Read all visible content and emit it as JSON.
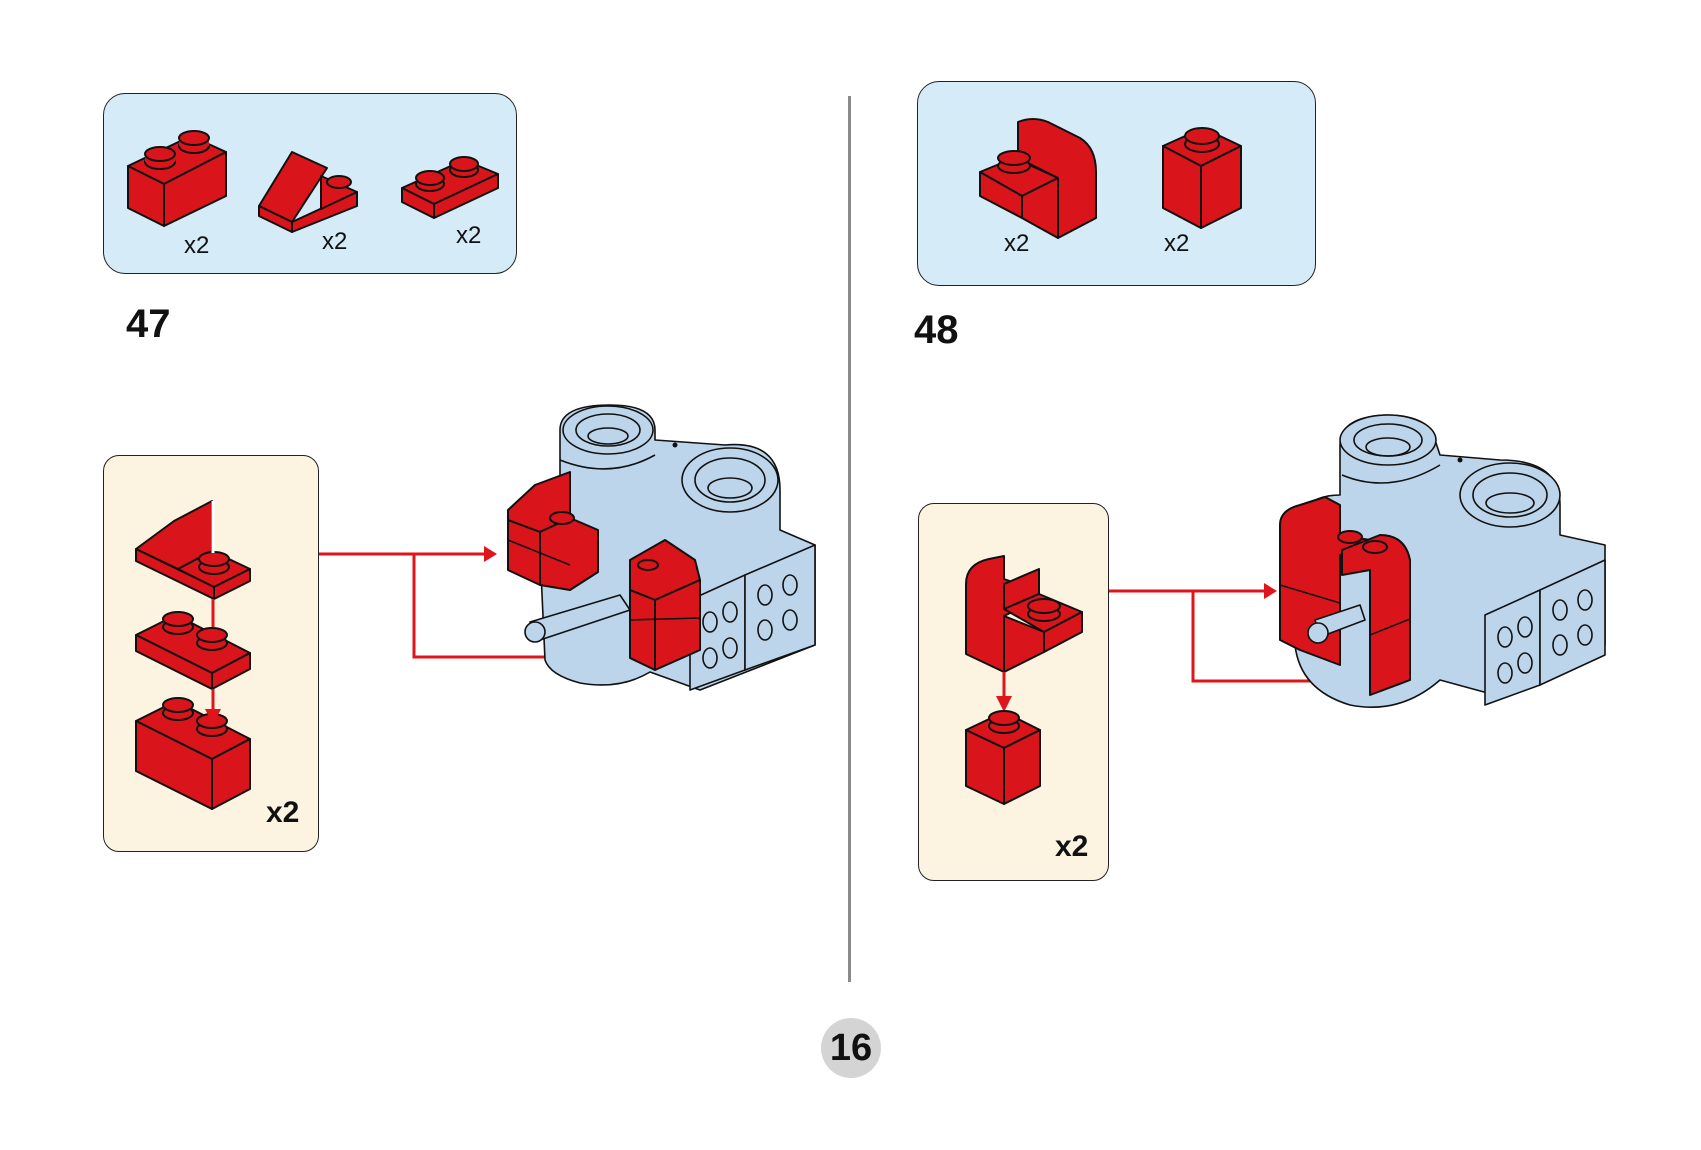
{
  "page": {
    "number": "16"
  },
  "steps": [
    {
      "number": "47",
      "parts": [
        {
          "icon": "brick-1x2-icon",
          "quantity": "x2"
        },
        {
          "icon": "slope-1x2-inverted-icon",
          "quantity": "x2"
        },
        {
          "icon": "plate-1x2-icon",
          "quantity": "x2"
        }
      ],
      "subassembly": {
        "quantity": "x2",
        "pieces": [
          "slope-1x2-icon",
          "plate-1x2-icon",
          "brick-1x2-icon"
        ]
      }
    },
    {
      "number": "48",
      "parts": [
        {
          "icon": "brick-curved-bracket-icon",
          "quantity": "x2"
        },
        {
          "icon": "brick-1x1-icon",
          "quantity": "x2"
        }
      ],
      "subassembly": {
        "quantity": "x2",
        "pieces": [
          "brick-curved-bracket-icon",
          "brick-1x1-icon"
        ]
      }
    }
  ],
  "colors": {
    "brick_red": "#d9151b",
    "model_grey_blue": "#bcd5ea",
    "parts_box_bg": "#d5ebf8",
    "subassembly_box_bg": "#fcf3e0",
    "arrow_red": "#e0141b",
    "divider": "#8a8a8a",
    "page_badge": "#d4d4d4"
  }
}
